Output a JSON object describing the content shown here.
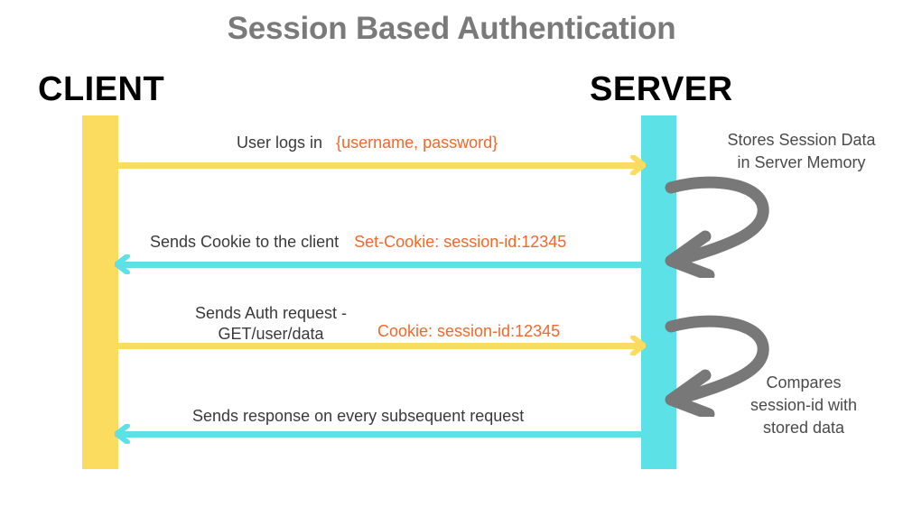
{
  "diagram": {
    "title": "Session Based Authentication",
    "type": "sequence-diagram",
    "colors": {
      "client": "#FBDC5E",
      "server": "#5CE1E6",
      "accent_text": "#F4682B",
      "body_text": "#3A3A3A",
      "title_text": "#7A7A7A",
      "curve_arrow": "#787878"
    },
    "actors": [
      {
        "id": "client",
        "label": "CLIENT",
        "color": "#FBDC5E"
      },
      {
        "id": "server",
        "label": "SERVER",
        "color": "#5CE1E6"
      }
    ],
    "messages": [
      {
        "id": "login",
        "direction": "client-to-server",
        "color": "#FBDC5E",
        "label_main": "User logs in",
        "label_accent": "{username, password}",
        "label_line2": ""
      },
      {
        "id": "set-cookie",
        "direction": "server-to-client",
        "color": "#5CE1E6",
        "label_main": "Sends Cookie to the client",
        "label_accent": "Set-Cookie: session-id:12345",
        "label_line2": ""
      },
      {
        "id": "auth-request",
        "direction": "client-to-server",
        "color": "#FBDC5E",
        "label_main": "Sends Auth request -",
        "label_line2": "GET/user/data",
        "label_accent": "Cookie: session-id:12345"
      },
      {
        "id": "response",
        "direction": "server-to-client",
        "color": "#5CE1E6",
        "label_main": "Sends response on every subsequent request",
        "label_accent": "",
        "label_line2": ""
      }
    ],
    "annotations": [
      {
        "id": "stores-session",
        "lines": [
          "Stores Session Data",
          "in Server Memory"
        ]
      },
      {
        "id": "compares-session",
        "lines": [
          "Compares",
          "session-id with",
          "stored data"
        ]
      }
    ]
  }
}
